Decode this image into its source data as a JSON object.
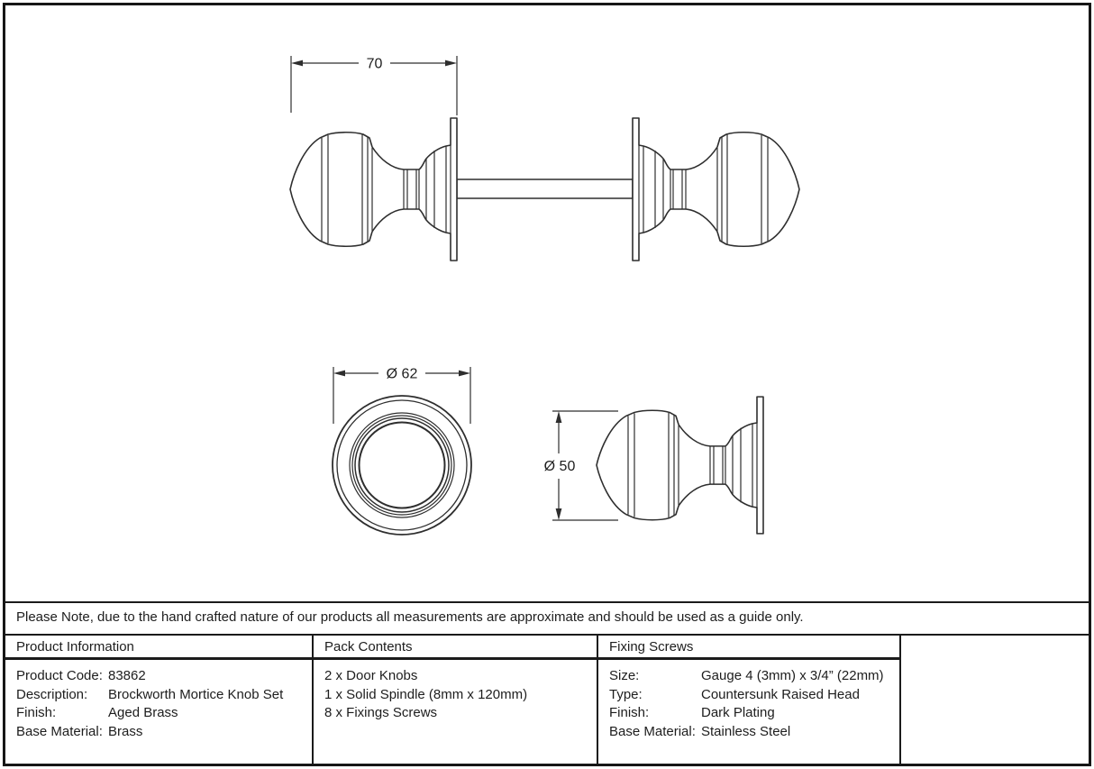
{
  "drawing": {
    "front_view": {
      "length_dimension": "70"
    },
    "rose_view": {
      "diameter_dimension": "Ø 62"
    },
    "side_view": {
      "diameter_dimension": "Ø 50"
    },
    "line_color": "#2e2e2e"
  },
  "note": {
    "text": "Please Note, due to the hand crafted nature of our products all measurements are approximate and should be used as a guide only."
  },
  "table": {
    "product_information": {
      "title": "Product Information",
      "rows": [
        {
          "label": "Product Code:",
          "value": "83862"
        },
        {
          "label": "Description:",
          "value": "Brockworth Mortice Knob Set"
        },
        {
          "label": "Finish:",
          "value": "Aged Brass"
        },
        {
          "label": "Base Material:",
          "value": "Brass"
        }
      ]
    },
    "pack_contents": {
      "title": "Pack Contents",
      "items": [
        "2 x Door Knobs",
        "1 x Solid Spindle (8mm x 120mm)",
        "8 x Fixings Screws"
      ]
    },
    "fixing_screws": {
      "title": "Fixing Screws",
      "rows": [
        {
          "label": "Size:",
          "value": "Gauge 4 (3mm) x 3/4” (22mm)"
        },
        {
          "label": "Type:",
          "value": "Countersunk Raised Head"
        },
        {
          "label": "Finish:",
          "value": "Dark Plating"
        },
        {
          "label": "Base Material:",
          "value": "Stainless Steel"
        }
      ]
    }
  }
}
